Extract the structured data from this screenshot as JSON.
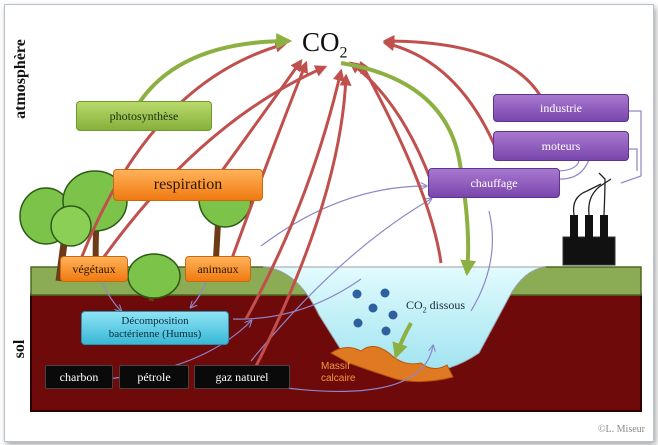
{
  "labels": {
    "co2_main": "CO",
    "co2_sub": "2",
    "atmosphere": "atmosphère",
    "sol": "sol",
    "photosynthese": "photosynthèse",
    "respiration": "respiration",
    "vegetaux": "végétaux",
    "animaux": "animaux",
    "decomposition_line1": "Décomposition",
    "decomposition_line2": "bactérienne (Humus)",
    "charbon": "charbon",
    "petrole": "pétrole",
    "gaz_naturel": "gaz naturel",
    "industrie": "industrie",
    "moteurs": "moteurs",
    "chauffage": "chauffage",
    "co2_dissous_main": "CO",
    "co2_dissous_sub": "2",
    "co2_dissous_rest": " dissous",
    "massif_line1": "Massif",
    "massif_line2": "calcaire",
    "credit": "©L. Miseur"
  },
  "colors": {
    "soil": "#6e0a0a",
    "grass": "#8cab55",
    "water": "#c9f1f8",
    "arrow_red": "#c0504d",
    "arrow_green": "#8cb142",
    "arrow_thin": "#8f86c8"
  }
}
